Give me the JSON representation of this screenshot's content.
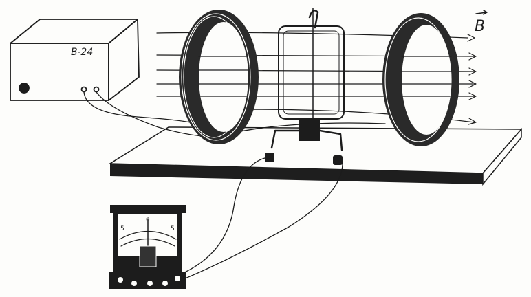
{
  "power_supply": {
    "label": "B-24"
  },
  "field": {
    "label": "B"
  },
  "meter": {
    "scale_labels": [
      "5",
      "0",
      "5"
    ]
  },
  "colors": {
    "ink": "#1c1c1c",
    "paper": "#fdfdfb"
  }
}
